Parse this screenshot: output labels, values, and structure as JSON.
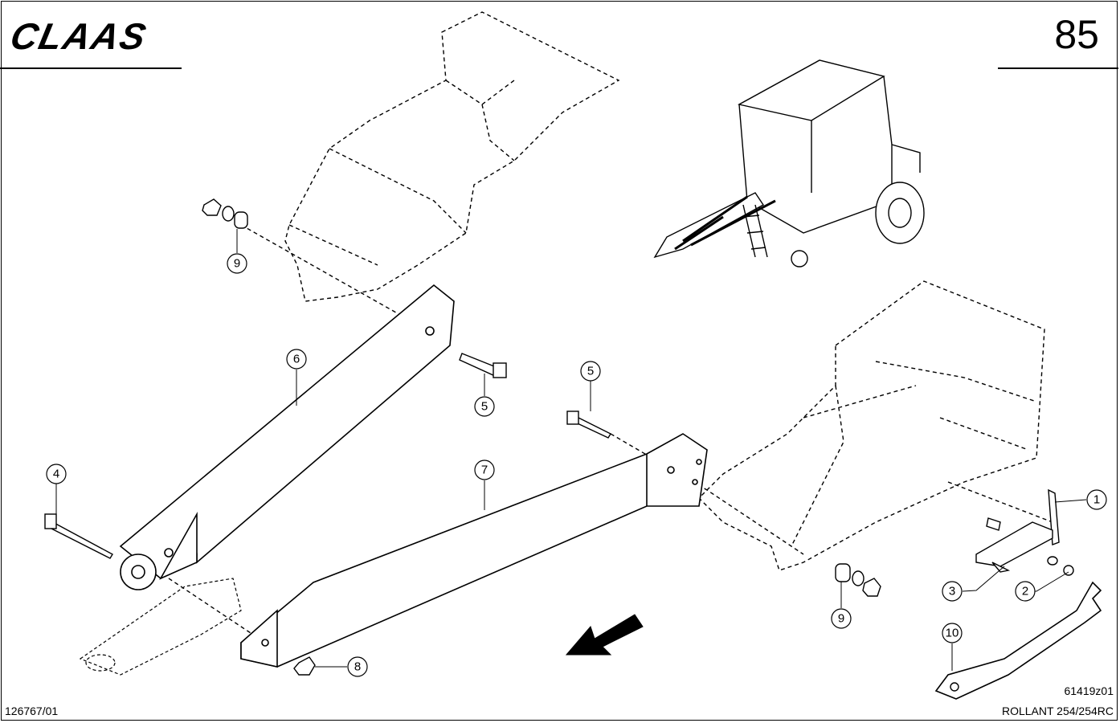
{
  "header": {
    "brand": "CLAAS",
    "page_number": "85"
  },
  "footer": {
    "document_number": "126767/01",
    "figure_reference": "61419z01",
    "model": "ROLLANT 254/254RC"
  },
  "callouts": [
    "1",
    "2",
    "3",
    "4",
    "5",
    "5",
    "6",
    "7",
    "8",
    "9",
    "9",
    "10"
  ],
  "colors": {
    "ink": "#000000",
    "paper": "#ffffff"
  },
  "icons": [
    "direction-arrow-icon"
  ]
}
